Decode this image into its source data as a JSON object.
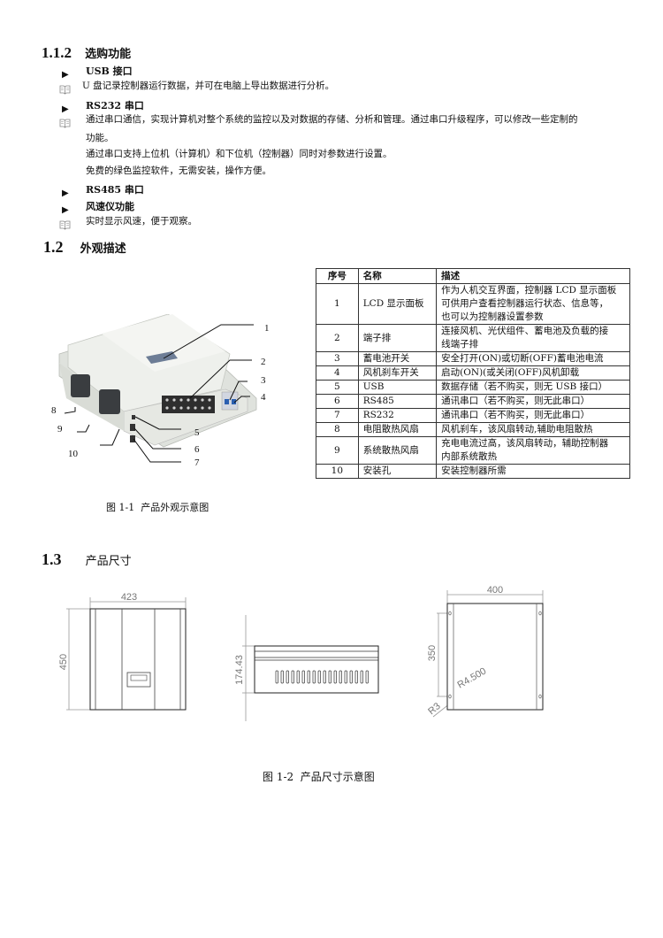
{
  "sections": {
    "s112": {
      "number": "1.1.2",
      "title": "选购功能"
    },
    "s12": {
      "number": "1.2",
      "title": "外观描述"
    },
    "s13": {
      "number": "1.3",
      "title": "产品尺寸"
    }
  },
  "options": [
    {
      "label": "USB 接口",
      "notes": [
        "U 盘记录控制器运行数据，并可在电脑上导出数据进行分析。"
      ]
    },
    {
      "label": "RS232 串口",
      "notes": [
        "通过串口通信，实现计算机对整个系统的监控以及对数据的存储、分析和管理。通过串口升级程序，可以修改一些定制的",
        "功能。",
        "通过串口支持上位机（计算机）和下位机（控制器）同时对参数进行设置。",
        "免费的绿色监控软件，无需安装，操作方便。"
      ]
    },
    {
      "label": "RS485 串口",
      "notes": []
    },
    {
      "label": "风速仪功能",
      "notes": [
        "实时显示风速，便于观察。"
      ]
    }
  ],
  "icons": {
    "bullet": "▶",
    "note": "book-icon"
  },
  "table": {
    "headers": [
      "序号",
      "名称",
      "描述"
    ],
    "rows": [
      {
        "no": "1",
        "name": "LCD 显示面板",
        "desc": [
          "作为人机交互界面，控制器 LCD 显示面板",
          "可供用户查看控制器运行状态、信息等，",
          "也可以为控制器设置参数"
        ]
      },
      {
        "no": "2",
        "name": "端子排",
        "desc": [
          "连接风机、光伏组件、蓄电池及负载的接",
          "线端子排"
        ]
      },
      {
        "no": "3",
        "name": "蓄电池开关",
        "desc": [
          "安全打开(ON)或切断(OFF)蓄电池电流"
        ]
      },
      {
        "no": "4",
        "name": "风机刹车开关",
        "desc": [
          "启动(ON)(或关闭(OFF)风机卸载"
        ]
      },
      {
        "no": "5",
        "name": "USB",
        "desc": [
          "数据存储（若不购买，则无 USB 接口）"
        ]
      },
      {
        "no": "6",
        "name": "RS485",
        "desc": [
          "通讯串口（若不购买，则无此串口）"
        ]
      },
      {
        "no": "7",
        "name": "RS232",
        "desc": [
          "通讯串口（若不购买，则无此串口）"
        ]
      },
      {
        "no": "8",
        "name": "电阻散热风扇",
        "desc": [
          "风机刹车，该风扇转动,辅助电阻散热"
        ]
      },
      {
        "no": "9",
        "name": "系统散热风扇",
        "desc": [
          "充电电流过高，该风扇转动，辅助控制器",
          "内部系统散热"
        ]
      },
      {
        "no": "10",
        "name": "安装孔",
        "desc": [
          "安装控制器所需"
        ]
      }
    ]
  },
  "figure1": {
    "caption": "图 1-1  产品外观示意图",
    "callouts": [
      "1",
      "2",
      "3",
      "4",
      "5",
      "6",
      "7",
      "8",
      "9",
      "10"
    ]
  },
  "figure2": {
    "caption": "图 1-2  产品尺寸示意图",
    "dims": {
      "front_width": "423",
      "front_height": "450",
      "side_height": "174.43",
      "back_width": "400",
      "back_hole_spacing": "350",
      "radius_large": "R4.500",
      "radius_small": "R3"
    }
  }
}
